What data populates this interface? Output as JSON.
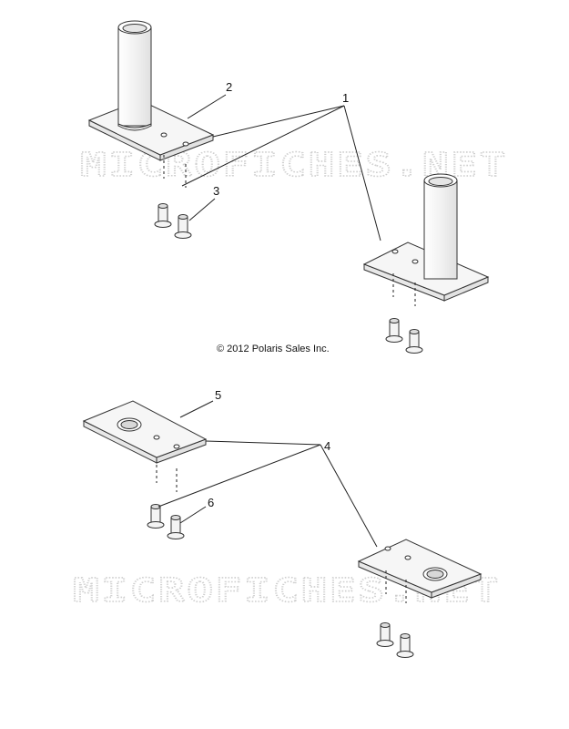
{
  "watermark": {
    "text": "MICROFICHES.NET"
  },
  "copyright": "© 2012 Polaris Sales Inc.",
  "callouts": [
    "1",
    "2",
    "3",
    "4",
    "5",
    "6"
  ],
  "colors": {
    "line": "#222222",
    "part_fill": "#f4f4f4",
    "watermark": "#cfcfcf"
  }
}
